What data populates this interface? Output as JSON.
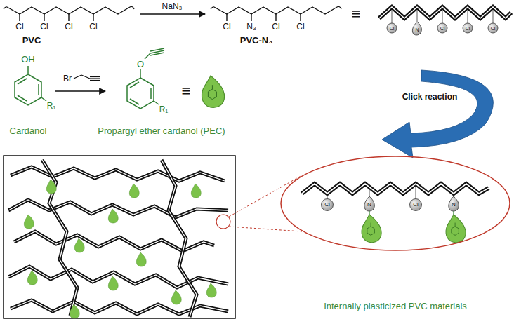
{
  "diagram": {
    "nodes": [
      {
        "text": [
          "Internally plasticized PVC materials"
        ]
      }
    ],
    "labels": [
      "NaN₃",
      "Cl",
      "Cl",
      "Cl",
      "Cl",
      "PVC",
      "Cl",
      "N₃",
      "Cl",
      "Cl",
      "PVC-N₃",
      "≡",
      "Cl",
      "N",
      "Cl",
      "Cl",
      "Cl",
      "OH",
      "R₁",
      "Cardanol",
      "Br",
      "O",
      "R₁",
      "Propargyl ether cardanol (PEC)",
      "≡",
      "Click reaction",
      "Cl",
      "N",
      "Cl",
      "N"
    ]
  }
}
